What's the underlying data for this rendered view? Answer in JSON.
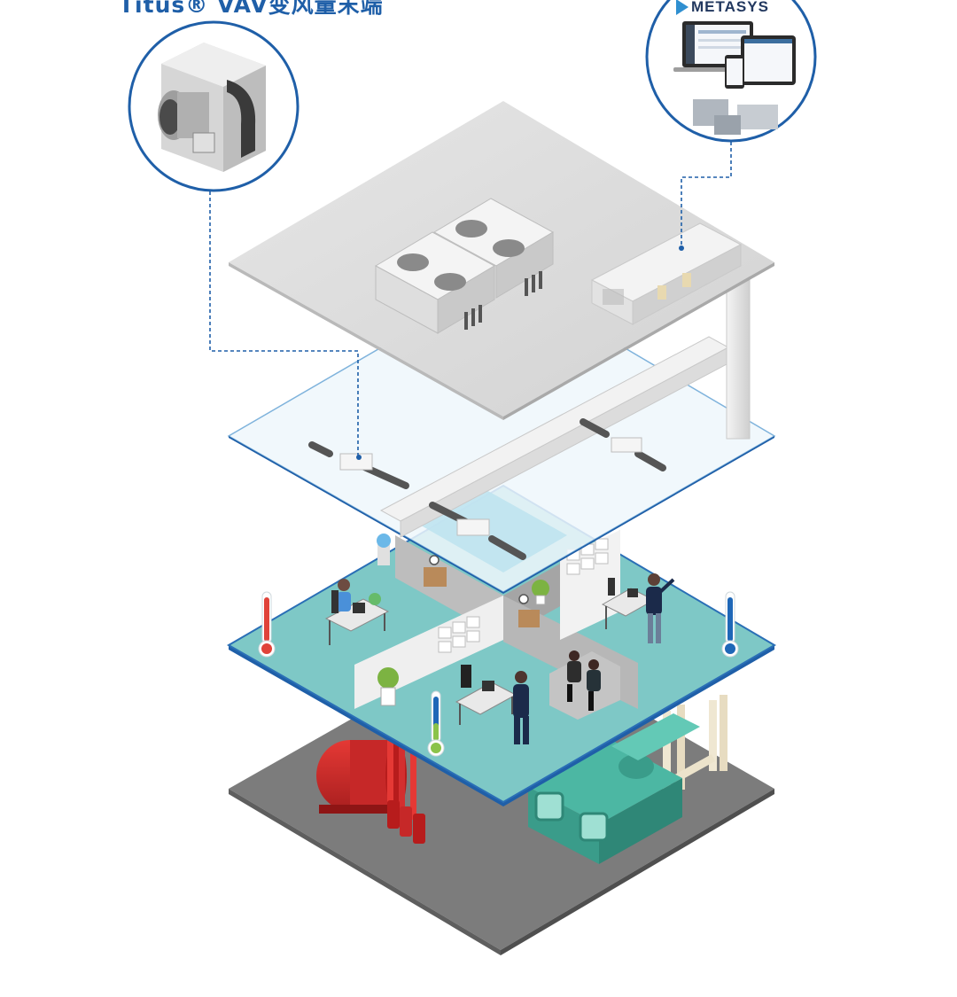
{
  "header": {
    "title": "Titus® VAV变风量末端"
  },
  "metasys_callout": {
    "logo_text": "METASYS",
    "logo_mark": "metasys-triangle-icon"
  },
  "vav_callout": {
    "icon": "vav-terminal-unit-icon"
  },
  "levels": [
    {
      "id": "roof",
      "icon": "rooftop-units-icon"
    },
    {
      "id": "ceiling",
      "icon": "duct-network-icon"
    },
    {
      "id": "office",
      "icon": "office-floor-icon"
    },
    {
      "id": "plant",
      "icon": "mechanical-plant-icon"
    }
  ],
  "thermometers": [
    {
      "id": "left",
      "state": "warm",
      "color": "#e0433a"
    },
    {
      "id": "center",
      "state": "neutral",
      "color": "#8bc34a"
    },
    {
      "id": "right",
      "state": "cool",
      "color": "#1f67b7"
    }
  ],
  "colors": {
    "brand_blue": "#1f5fa8",
    "roof_gray": "#dcdcdc",
    "ceiling_glass": "#eef7fc",
    "office_teal": "#7ec8c6",
    "plant_gray": "#7c7c7c",
    "pump_red": "#c62828",
    "chiller_teal": "#4cb7a3"
  }
}
